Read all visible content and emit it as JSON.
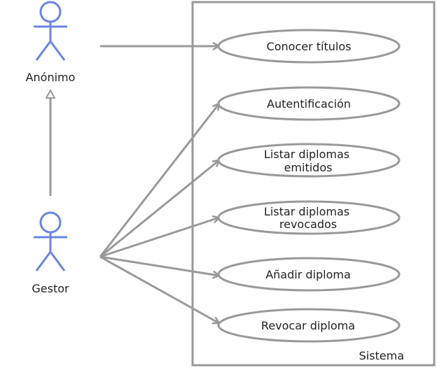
{
  "system": {
    "label": "Sistema"
  },
  "actors": [
    {
      "id": "anonimo",
      "label": "Anónimo"
    },
    {
      "id": "gestor",
      "label": "Gestor"
    }
  ],
  "use_cases": [
    {
      "id": "uc1",
      "lines": [
        "Conocer títulos"
      ]
    },
    {
      "id": "uc2",
      "lines": [
        "Autentificación"
      ]
    },
    {
      "id": "uc3",
      "lines": [
        "Listar diplomas",
        "emitidos"
      ]
    },
    {
      "id": "uc4",
      "lines": [
        "Listar diplomas",
        "revocados"
      ]
    },
    {
      "id": "uc5",
      "lines": [
        "Añadir diploma"
      ]
    },
    {
      "id": "uc6",
      "lines": [
        "Revocar diploma"
      ]
    }
  ],
  "colors": {
    "actor": "#6b84e6",
    "line": "#999999",
    "border": "#999999",
    "text": "#222222"
  }
}
